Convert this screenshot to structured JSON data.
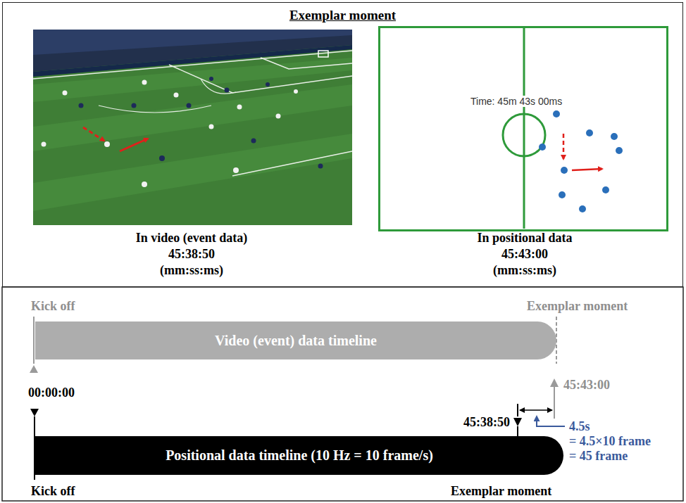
{
  "diagram": {
    "nodes": [
      {
        "text": [
          "Exemplar moment"
        ]
      },
      {
        "text": [
          "Time: 45m 43s 00ms"
        ],
        "in": 0
      },
      {
        "text": [
          "Video (event) data timeline"
        ]
      },
      {
        "text": [
          "Positional data timeline (10 Hz = 10 frame/s)"
        ]
      }
    ],
    "labels": [
      "In video (event data)",
      "45:38:50",
      "(mm:ss:ms)",
      "In positional data",
      "45:43:00",
      "(mm:ss:ms)",
      "Kick off",
      "Exemplar moment",
      "45:43:00",
      "00:00:00",
      "45:38:50",
      "4.5s",
      "= 4.5×10 frame",
      "= 45 frame",
      "Kick off",
      "Exemplar moment"
    ]
  }
}
